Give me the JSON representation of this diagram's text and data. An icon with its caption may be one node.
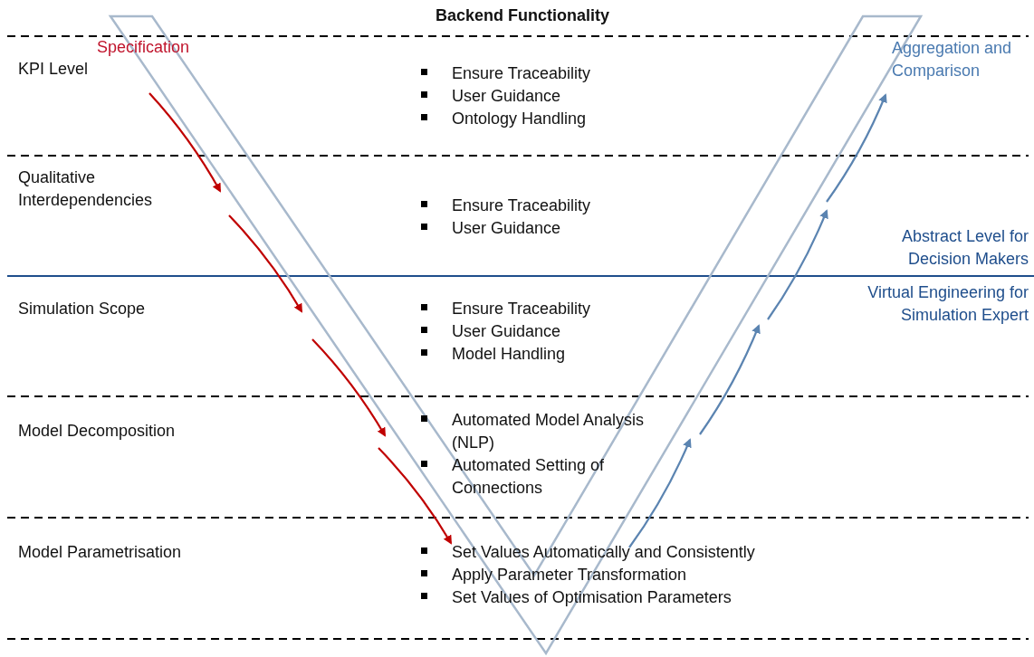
{
  "diagram": {
    "title": "Backend Functionality",
    "labels": [
      "Specification",
      "KPI Level",
      "Ensure Traceability",
      "User Guidance",
      "Ontology Handling",
      "Aggregation and Comparison",
      "Qualitative Interdependencies",
      "Ensure Traceability",
      "User Guidance",
      "Abstract Level for Decision Makers",
      "Virtual Engineering for Simulation Expert",
      "Simulation Scope",
      "Ensure Traceability",
      "User Guidance",
      "Model Handling",
      "Model Decomposition",
      "Automated Model Analysis (NLP)",
      "Automated Setting of Connections",
      "Model Parametrisation",
      "Set Values Automatically and Consistently",
      "Apply Parameter Transformation",
      "Set Values of Optimisation Parameters"
    ]
  }
}
